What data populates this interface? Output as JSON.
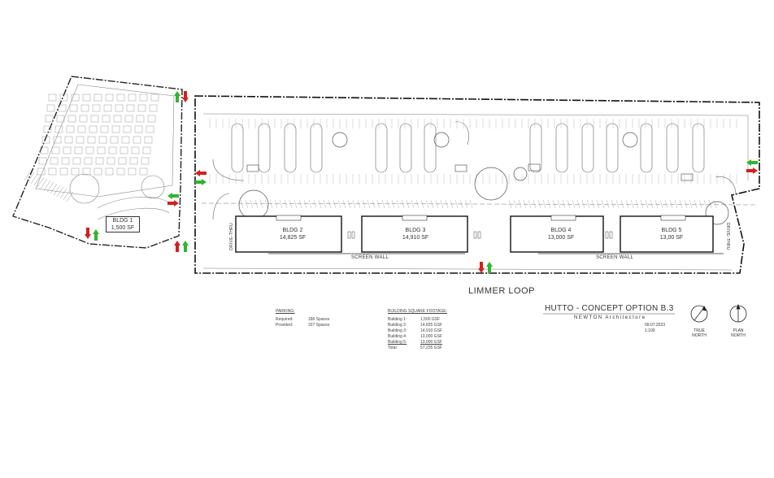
{
  "buildings": [
    {
      "name": "BLDG 1",
      "area": "1,500 SF"
    },
    {
      "name": "BLDG 2",
      "area": "14,825 SF"
    },
    {
      "name": "BLDG 3",
      "area": "14,910 SF"
    },
    {
      "name": "BLDG 4",
      "area": "13,000 SF"
    },
    {
      "name": "BLDG 5",
      "area": "13,00 SF"
    }
  ],
  "street_name": "LIMMER LOOP",
  "screen_wall_label": "SCREEN WALL",
  "drive_thru_label": "DRIVE-THRU",
  "parking": {
    "heading": "PARKING:",
    "rows": [
      {
        "label": "Required:",
        "value": "186 Spaces"
      },
      {
        "label": "Provided:",
        "value": "327 Spaces"
      }
    ]
  },
  "footage": {
    "heading": "BUILDING SQUARE FOOTAGE:",
    "rows": [
      {
        "label": "Building 1:",
        "value": "1,500 GSF"
      },
      {
        "label": "Building 2:",
        "value": "14,825 GSF"
      },
      {
        "label": "Building 3:",
        "value": "14,910 GSF"
      },
      {
        "label": "Building 4:",
        "value": "13,000 GSF"
      },
      {
        "label": "Building 5:",
        "value": "13,000 GSF"
      },
      {
        "label": "Total:",
        "value": "57,235 GSF"
      }
    ]
  },
  "title_block": {
    "title": "HUTTO - CONCEPT OPTION B.3",
    "firm": "NEWTON Architecture",
    "date": "09.07.2023",
    "scale": "1:100"
  },
  "north_arrows": [
    {
      "line1": "TRUE",
      "line2": "NORTH"
    },
    {
      "line1": "PLAN",
      "line2": "NORTH"
    }
  ],
  "colors": {
    "arrow_green": "#2fb52f",
    "arrow_red": "#d42020",
    "line": "#222222"
  }
}
